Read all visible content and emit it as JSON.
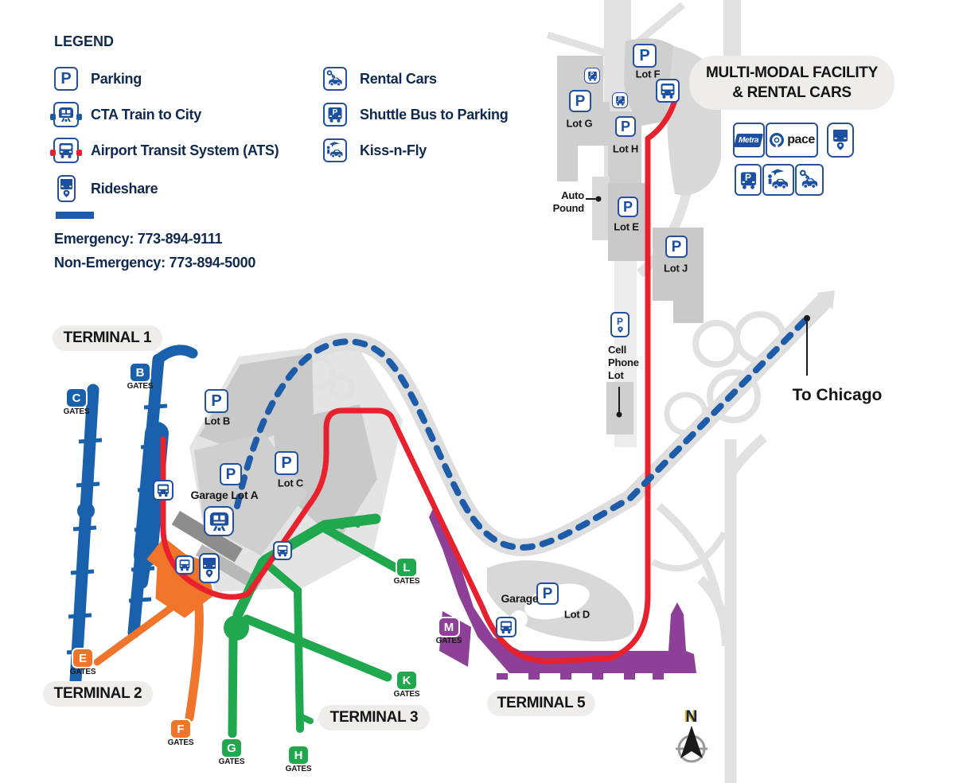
{
  "legend": {
    "title": "LEGEND",
    "items_left": [
      {
        "icon": "parking-icon",
        "label": "Parking"
      },
      {
        "icon": "cta-train-icon",
        "label": "CTA Train to City"
      },
      {
        "icon": "ats-icon",
        "label": "Airport Transit System (ATS)"
      },
      {
        "icon": "rideshare-icon",
        "label": "Rideshare"
      }
    ],
    "items_right": [
      {
        "icon": "rental-cars-icon",
        "label": "Rental Cars"
      },
      {
        "icon": "shuttle-bus-icon",
        "label": "Shuttle Bus to Parking"
      },
      {
        "icon": "kiss-n-fly-icon",
        "label": "Kiss-n-Fly"
      }
    ],
    "emergency": "Emergency: 773-894-9111",
    "non_emergency": "Non-Emergency: 773-894-5000"
  },
  "map": {
    "parking_letter": "P",
    "gates_word": "GATES",
    "terminal1": "TERMINAL 1",
    "terminal2": "TERMINAL 2",
    "terminal3": "TERMINAL 3",
    "terminal5": "TERMINAL 5",
    "mmf_line1": "MULTI-MODAL FACILITY",
    "mmf_line2": "& RENTAL CARS",
    "to_chicago": "To Chicago",
    "auto_pound_line1": "Auto",
    "auto_pound_line2": "Pound",
    "cell_line1": "Cell",
    "cell_line2": "Phone",
    "cell_line3": "Lot",
    "compass": "N",
    "lots": {
      "f": "Lot F",
      "g": "Lot G",
      "h": "Lot H",
      "e": "Lot E",
      "j": "Lot J",
      "b": "Lot B",
      "c": "Lot C",
      "garage_a": "Garage Lot A",
      "garage": "Garage",
      "d": "Lot D"
    },
    "gates": {
      "b": "B",
      "c": "C",
      "e": "E",
      "f": "F",
      "g": "G",
      "h": "H",
      "k": "K",
      "l": "L",
      "m": "M"
    },
    "logos": {
      "metra": "Metra",
      "pace": "pace"
    }
  },
  "colors": {
    "terminal1_blue": "#1961ac",
    "terminal2_orange": "#f0752a",
    "terminal3_green": "#1fa84d",
    "terminal5_purple": "#8e3f97",
    "ats_red": "#e8212e",
    "cta_blue": "#1c5ca8",
    "icon_blue": "#1c4f9f",
    "road_gray": "#e1e1e1",
    "lot_gray": "#c9c9c9"
  }
}
